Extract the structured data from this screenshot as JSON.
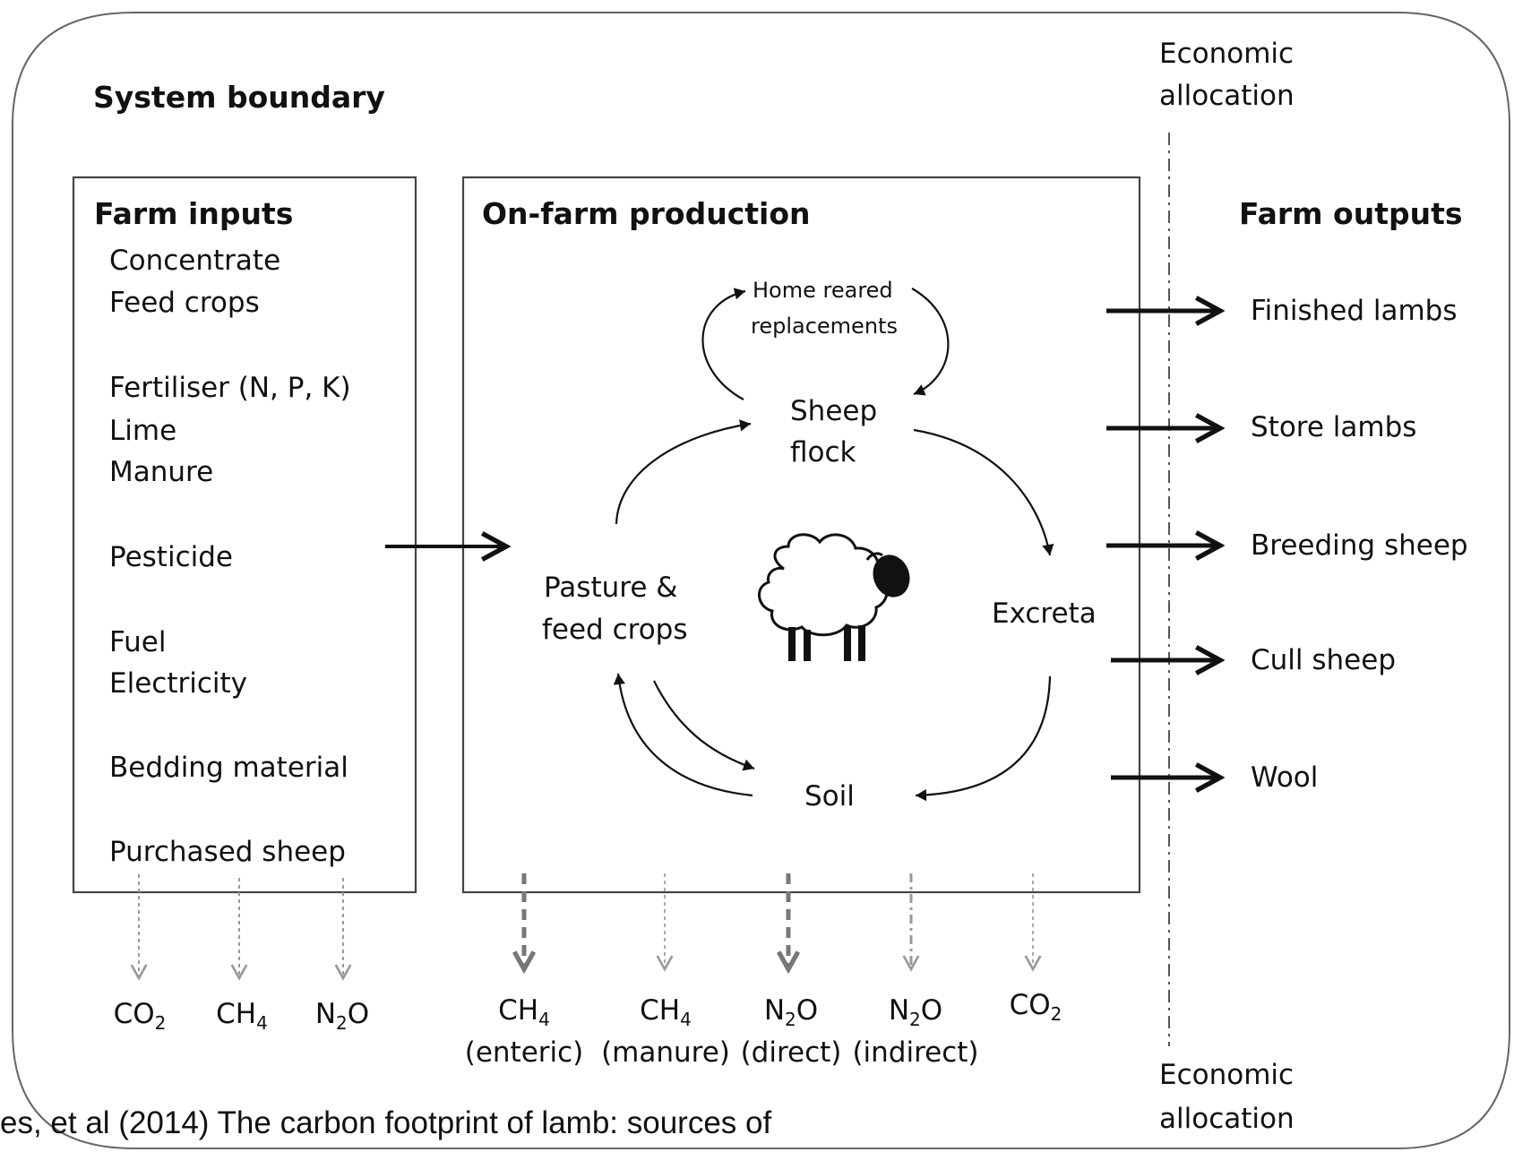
{
  "system_boundary": {
    "title": "System boundary"
  },
  "economic_allocation": {
    "top_l1": "Economic",
    "top_l2": "allocation",
    "bottom_l1": "Economic",
    "bottom_l2": "allocation"
  },
  "farm_inputs": {
    "title": "Farm inputs",
    "items": [
      "Concentrate",
      "Feed crops",
      "Fertiliser (N, P, K)",
      "Lime",
      "Manure",
      "Pesticide",
      "Fuel",
      "Electricity",
      "Bedding material",
      "Purchased sheep"
    ]
  },
  "on_farm_production": {
    "title": "On-farm production",
    "nodes": {
      "home_reared_l1": "Home reared",
      "home_reared_l2": "replacements",
      "sheep_flock_l1": "Sheep",
      "sheep_flock_l2": "flock",
      "pasture_l1": "Pasture &",
      "pasture_l2": "feed crops",
      "excreta": "Excreta",
      "soil": "Soil"
    }
  },
  "farm_outputs": {
    "title": "Farm outputs",
    "items": [
      "Finished lambs",
      "Store lambs",
      "Breeding sheep",
      "Cull sheep",
      "Wool"
    ]
  },
  "emissions": {
    "inputs": [
      {
        "chem": "CO",
        "sub": "2",
        "tail": "",
        "label": ""
      },
      {
        "chem": "CH",
        "sub": "4",
        "tail": "",
        "label": ""
      },
      {
        "chem": "N",
        "sub": "2",
        "tail": "O",
        "label": ""
      }
    ],
    "production": [
      {
        "chem": "CH",
        "sub": "4",
        "tail": "",
        "label": "(enteric)"
      },
      {
        "chem": "CH",
        "sub": "4",
        "tail": "",
        "label": "(manure)"
      },
      {
        "chem": "N",
        "sub": "2",
        "tail": "O",
        "label": "(direct)"
      },
      {
        "chem": "N",
        "sub": "2",
        "tail": "O",
        "label": "(indirect)"
      },
      {
        "chem": "CO",
        "sub": "2",
        "tail": "",
        "label": ""
      }
    ]
  },
  "citation": "es, et al  (2014) The carbon footprint of lamb: sources of"
}
